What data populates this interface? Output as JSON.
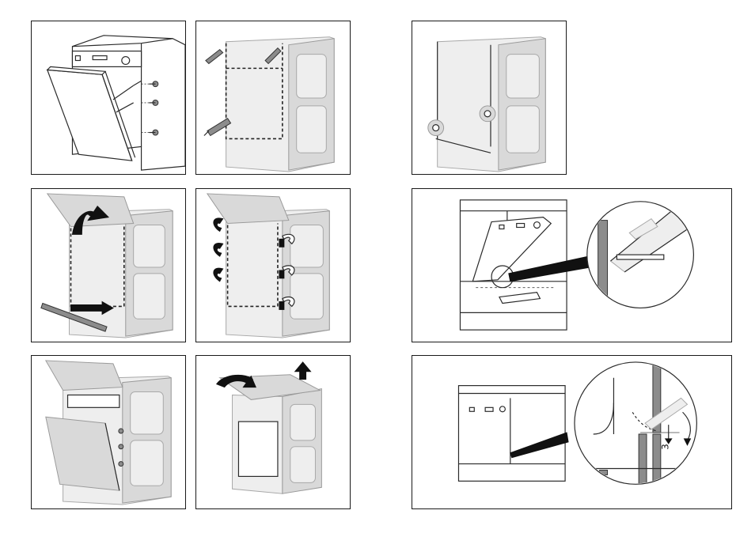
{
  "figures": [
    {
      "id": "fig-1",
      "description": "dishwasher-door-screws"
    },
    {
      "id": "fig-2",
      "description": "cabinet-with-dashed-frame-and-tools"
    },
    {
      "id": "fig-3",
      "description": "cabinet-with-tape-rolls"
    },
    {
      "id": "fig-4",
      "description": "cabinet-cover-removal"
    },
    {
      "id": "fig-5",
      "description": "cabinet-clip-rotation"
    },
    {
      "id": "fig-6",
      "description": "door-alignment-detail"
    },
    {
      "id": "fig-7",
      "description": "cabinet-door-panel-fitting"
    },
    {
      "id": "fig-8",
      "description": "cabinet-cover-lift"
    },
    {
      "id": "fig-9",
      "description": "front-panel-gap-detail"
    }
  ],
  "annotations": {
    "gap_label": "3"
  }
}
